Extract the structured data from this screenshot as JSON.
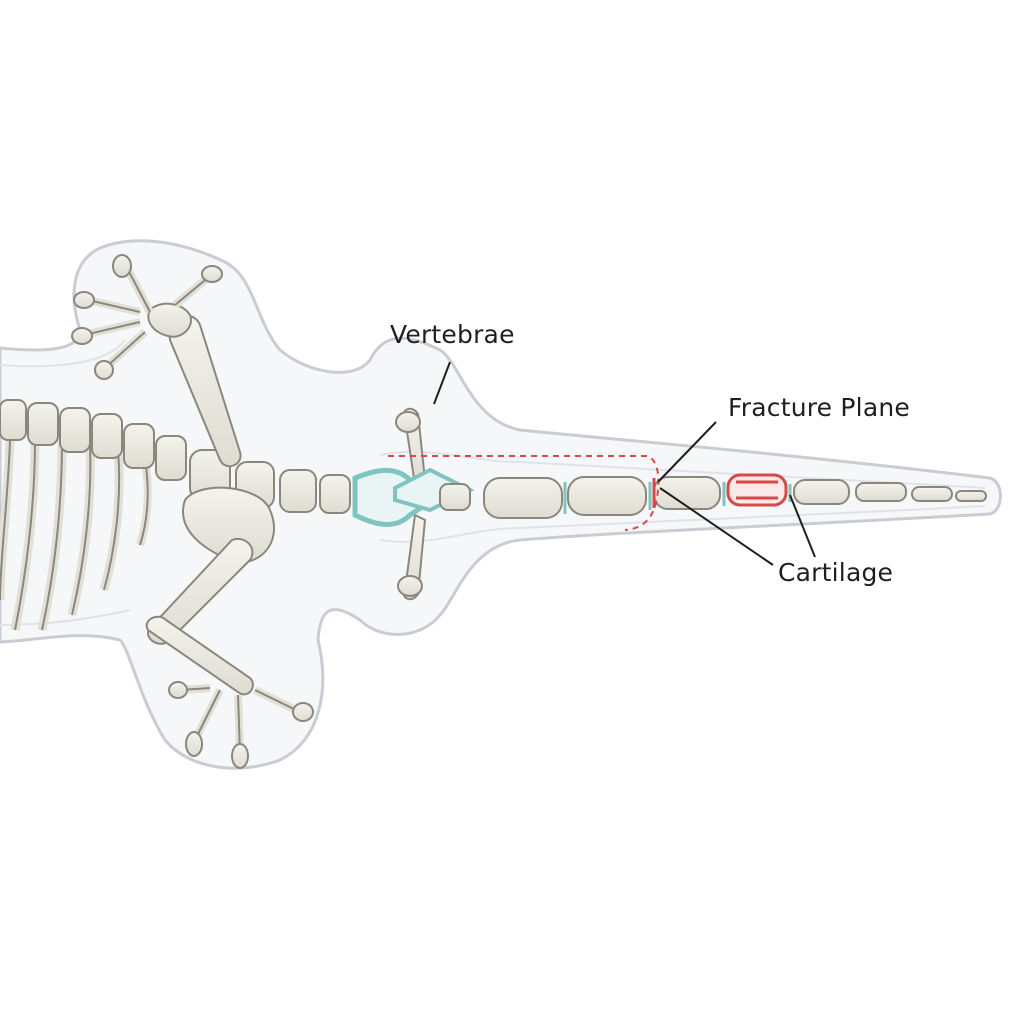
{
  "labels": {
    "vertebrae": "Vertebrae",
    "fracture_plane": "Fracture Plane",
    "cartilage": "Cartilage"
  },
  "colors": {
    "bone_fill": "#ecebe3",
    "bone_stroke": "#8a877c",
    "body_outline": "#c9ccd2",
    "body_fill": "#f6f7f9",
    "cartilage_teal": "#7fc4bf",
    "fracture_red": "#d94848",
    "leader_line": "#1f1f1f"
  },
  "icons": {
    "skeleton": "lizard-skeleton-illustration"
  }
}
